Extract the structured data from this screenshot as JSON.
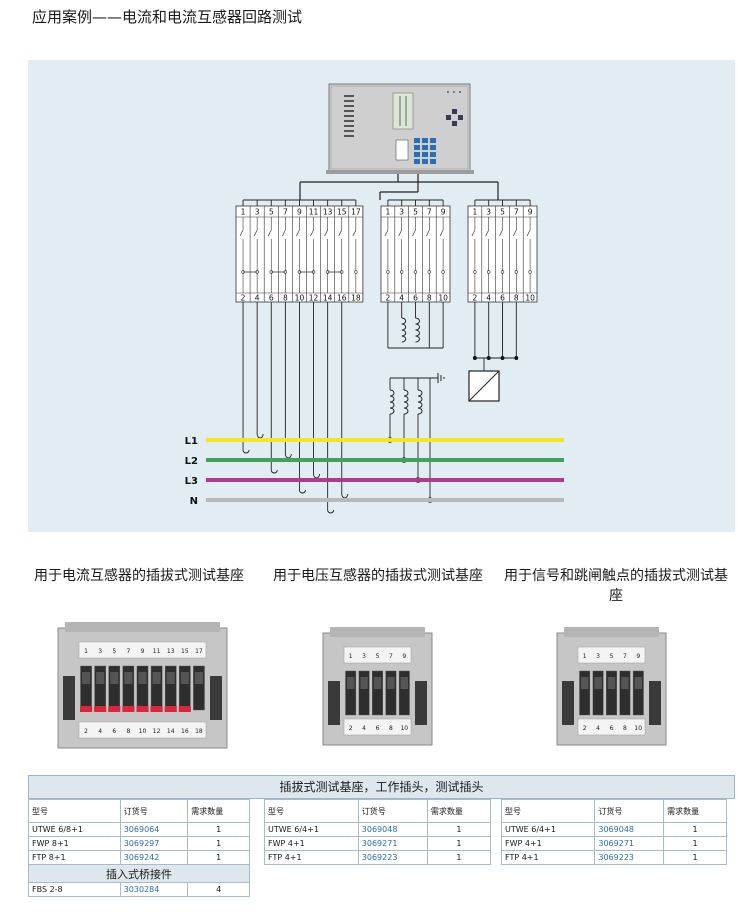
{
  "page_title": "应用案例——电流和电流互感器回路测试",
  "diagram": {
    "phase_labels": [
      "L1",
      "L2",
      "L3",
      "N"
    ],
    "phase_colors": [
      "#f2e61f",
      "#3fa45a",
      "#b23a8c",
      "#b9b9b9"
    ],
    "block1_top": [
      "1",
      "3",
      "5",
      "7",
      "9",
      "11",
      "13",
      "15",
      "17"
    ],
    "block1_bottom": [
      "2",
      "4",
      "6",
      "8",
      "10",
      "12",
      "14",
      "16",
      "18"
    ],
    "block2_top": [
      "1",
      "3",
      "5",
      "7",
      "9"
    ],
    "block2_bottom": [
      "2",
      "4",
      "6",
      "8",
      "10"
    ],
    "block3_top": [
      "1",
      "3",
      "5",
      "7",
      "9"
    ],
    "block3_bottom": [
      "2",
      "4",
      "6",
      "8",
      "10"
    ]
  },
  "captions": [
    "用于电流互感器的插拔式测试基座",
    "用于电压互感器的插拔式测试基座",
    "用于信号和跳闸触点的插拔式测试基座"
  ],
  "photos": {
    "p1_top": [
      "1",
      "3",
      "5",
      "7",
      "9",
      "11",
      "13",
      "15",
      "17"
    ],
    "p1_bottom": [
      "2",
      "4",
      "6",
      "8",
      "10",
      "12",
      "14",
      "16",
      "18"
    ],
    "p2_top": [
      "1",
      "3",
      "5",
      "7",
      "9"
    ],
    "p2_bottom": [
      "2",
      "4",
      "6",
      "8",
      "10"
    ],
    "p3_top": [
      "1",
      "3",
      "5",
      "7",
      "9"
    ],
    "p3_bottom": [
      "2",
      "4",
      "6",
      "8",
      "10"
    ]
  },
  "table": {
    "header": "插拔式测试基座，工作插头，测试插头",
    "col_headers": [
      "型号",
      "订货号",
      "需求数量"
    ],
    "group1": [
      [
        "UTWE 6/8+1",
        "3069064",
        "1"
      ],
      [
        "FWP 8+1",
        "3069297",
        "1"
      ],
      [
        "FTP 8+1",
        "3069242",
        "1"
      ]
    ],
    "bridge_title": "插入式桥接件",
    "bridge_row": [
      "FBS 2-8",
      "3030284",
      "4"
    ],
    "group2": [
      [
        "UTWE 6/4+1",
        "3069048",
        "1"
      ],
      [
        "FWP 4+1",
        "3069271",
        "1"
      ],
      [
        "FTP 4+1",
        "3069223",
        "1"
      ]
    ],
    "group3": [
      [
        "UTWE 6/4+1",
        "3069048",
        "1"
      ],
      [
        "FWP 4+1",
        "3069271",
        "1"
      ],
      [
        "FTP 4+1",
        "3069223",
        "1"
      ]
    ]
  }
}
